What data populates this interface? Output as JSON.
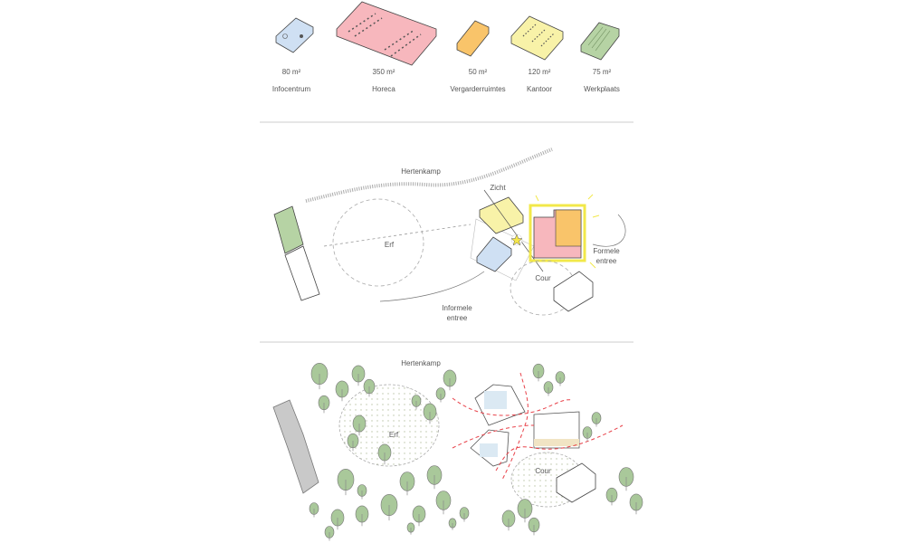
{
  "programme": [
    {
      "area": "80 m²",
      "name": "Infocentrum",
      "color": "#cfe0f3"
    },
    {
      "area": "350 m²",
      "name": "Horeca",
      "color": "#f7b7bd"
    },
    {
      "area": "50 m²",
      "name": "Vergarderruimtes",
      "color": "#f9c46a"
    },
    {
      "area": "120 m²",
      "name": "Kantoor",
      "color": "#f8f2a8"
    },
    {
      "area": "75 m²",
      "name": "Werkplaats",
      "color": "#b6d3a4"
    }
  ],
  "concept": {
    "hertenkamp": "Hertenkamp",
    "erf": "Erf",
    "zicht": "Zicht",
    "cour": "Cour",
    "formele_1": "Formele",
    "formele_2": "entree",
    "informele_1": "Informele",
    "informele_2": "entree"
  },
  "site": {
    "hertenkamp": "Hertenkamp",
    "erf": "Erf",
    "cour": "Cour"
  },
  "colors": {
    "tree": "#a9c89a",
    "route": "#e8424a",
    "glow": "#f2e84a"
  }
}
